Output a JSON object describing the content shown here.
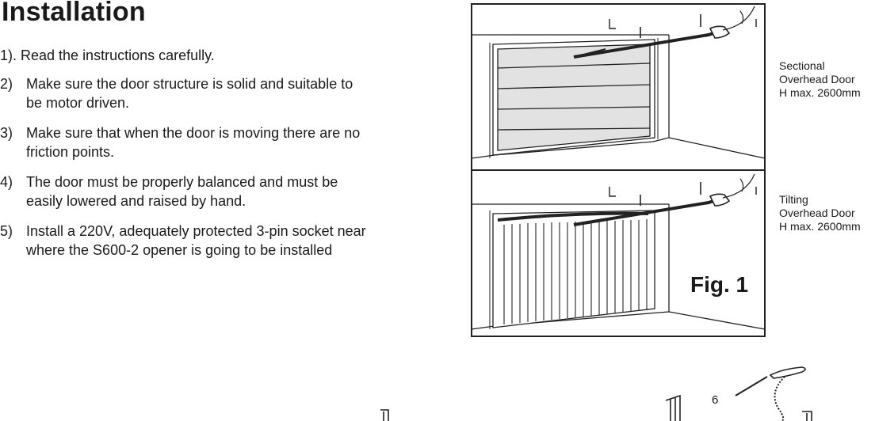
{
  "title": "Installation",
  "steps": [
    {
      "num": "",
      "lines": [
        "1). Read the instructions carefully."
      ]
    },
    {
      "num": "2)",
      "lines": [
        "Make sure the door structure is solid and suitable to",
        "be motor driven."
      ]
    },
    {
      "num": "3)",
      "lines": [
        "Make sure that when the door is moving there are no",
        "friction points."
      ]
    },
    {
      "num": "4)",
      "lines": [
        "The door must be properly balanced and must be",
        "easily lowered and raised by hand."
      ]
    },
    {
      "num": "5)",
      "lines": [
        "Install a 220V, adequately protected 3-pin socket near",
        "where the S600-2 opener is going to be installed"
      ]
    }
  ],
  "figure": {
    "label": "Fig. 1",
    "panels": [
      {
        "lines": [
          "Sectional",
          "Overhead Door",
          "H max. 2600mm"
        ]
      },
      {
        "lines": [
          "Tilting",
          "Overhead Door",
          "H max. 2600mm"
        ]
      }
    ]
  },
  "callout": {
    "label": "6"
  }
}
